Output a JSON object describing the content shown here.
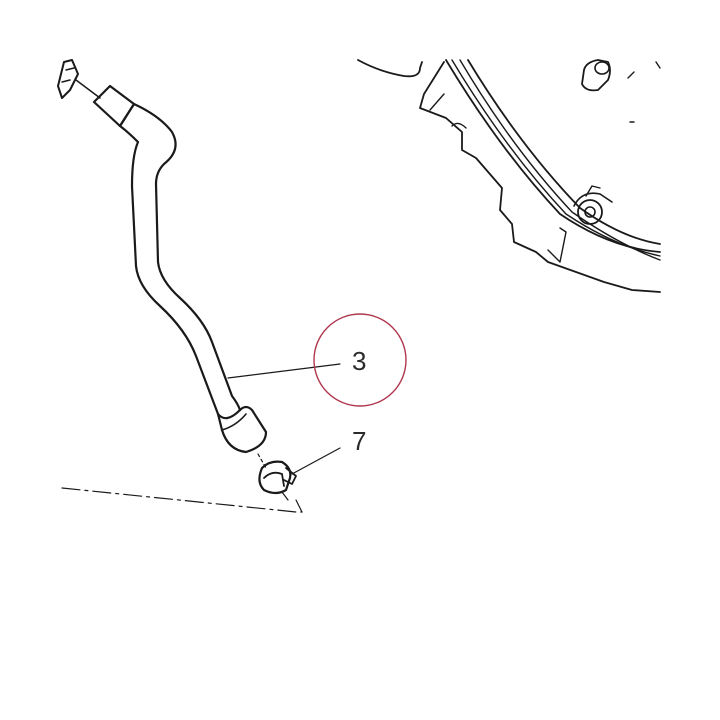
{
  "diagram": {
    "callouts": [
      {
        "id": "hose",
        "label": "3",
        "highlighted": true
      },
      {
        "id": "clamp",
        "label": "7",
        "highlighted": false
      }
    ],
    "colors": {
      "line": "#1a1a1a",
      "highlight_circle": "#b0384e",
      "background": "#ffffff"
    }
  }
}
